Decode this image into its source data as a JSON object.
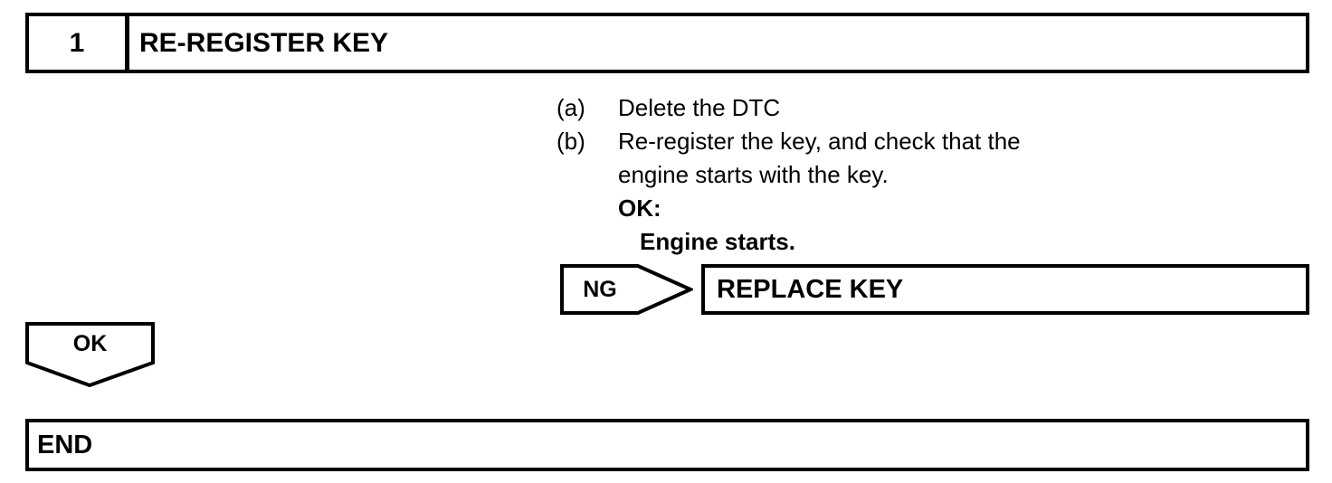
{
  "page": {
    "background_color": "#ffffff",
    "ink_color": "#000000"
  },
  "step_header": {
    "number": "1",
    "title": "RE-REGISTER KEY"
  },
  "instructions": {
    "lines": [
      {
        "label": "(a)",
        "text": "Delete the DTC"
      },
      {
        "label": "(b)",
        "text": "Re-register the key, and check that the"
      },
      {
        "label": "",
        "text": "engine starts with the key."
      },
      {
        "label": "",
        "text": "OK:"
      },
      {
        "label": "",
        "text": "Engine starts."
      }
    ]
  },
  "ng_branch": {
    "connector_label": "NG",
    "action": "REPLACE KEY"
  },
  "ok_branch": {
    "connector_label": "OK"
  },
  "terminal": {
    "label": "END"
  }
}
